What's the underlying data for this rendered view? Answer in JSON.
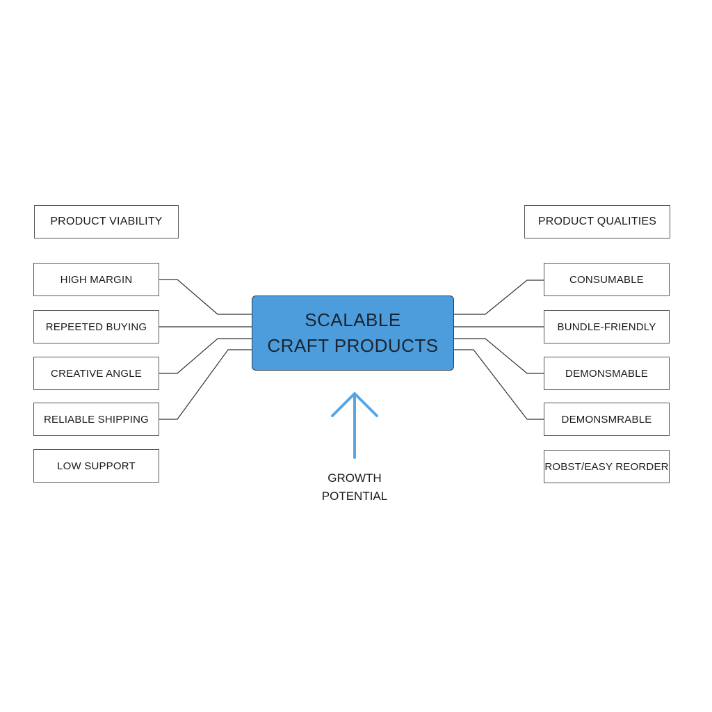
{
  "diagram": {
    "center": {
      "line1": "SCALABLE",
      "line2": "CRAFT PRODUCTS"
    },
    "left_header": "PRODUCT VIABILITY",
    "right_header": "PRODUCT QUALITIES",
    "left_items": [
      "HIGH MARGIN",
      "REPEETED BUYING",
      "CREATIVE ANGLE",
      "RELIABLE SHIPPING",
      "LOW SUPPORT"
    ],
    "right_items": [
      "CONSUMABLE",
      "BUNDLE-FRIENDLY",
      "DEMONSMABLE",
      "DEMONSMRABLE",
      "ROBST/EASY REORDER"
    ],
    "growth_label": {
      "line1": "GROWTH",
      "line2": "POTENTIAL"
    },
    "colors": {
      "center_fill": "#4d9ddd",
      "arrow": "#5aa5e3",
      "box_border": "#555555",
      "connector": "#333333"
    }
  }
}
